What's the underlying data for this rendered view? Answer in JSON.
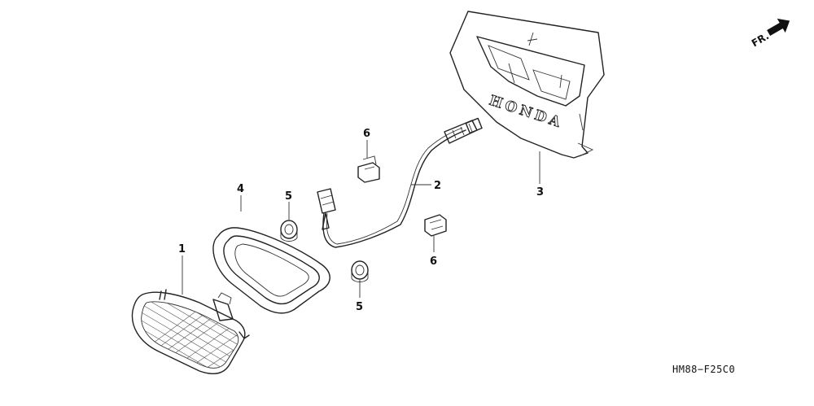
{
  "diagram_code": "HM88−F25C0",
  "direction_label": "FR.",
  "brand_emboss": "HONDA",
  "callouts": {
    "p1": "1",
    "p2": "2",
    "p3": "3",
    "p4": "4",
    "p5a": "5",
    "p5b": "5",
    "p6a": "6",
    "p6b": "6"
  },
  "parts": [
    {
      "ref": "1",
      "name": "tail-lamp-assembly"
    },
    {
      "ref": "2",
      "name": "wire-harness"
    },
    {
      "ref": "3",
      "name": "rear-cover"
    },
    {
      "ref": "4",
      "name": "lamp-bezel"
    },
    {
      "ref": "5",
      "name": "grommet"
    },
    {
      "ref": "6",
      "name": "clip"
    }
  ]
}
